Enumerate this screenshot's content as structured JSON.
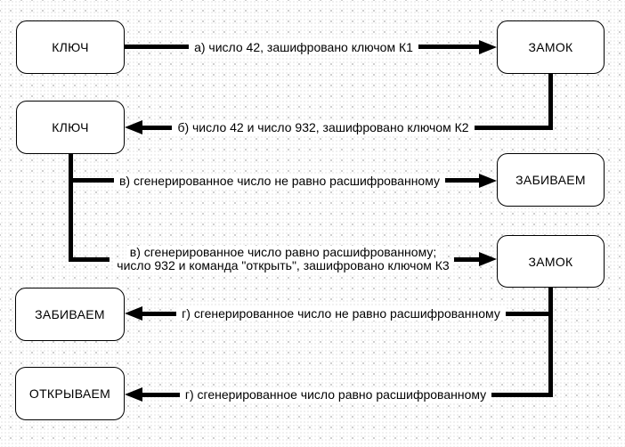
{
  "diagram": {
    "colors": {
      "line": "#000000",
      "node_fill": "#ffffff",
      "node_border": "#000000",
      "grid_dot": "#cccccc",
      "background": "#ffffff"
    },
    "nodes": {
      "kluch1": {
        "label": "КЛЮЧ"
      },
      "zamok1": {
        "label": "ЗАМОК"
      },
      "kluch2": {
        "label": "КЛЮЧ"
      },
      "zabivaem_right": {
        "label": "ЗАБИВАЕМ"
      },
      "zamok2": {
        "label": "ЗАМОК"
      },
      "zabivaem_left": {
        "label": "ЗАБИВАЕМ"
      },
      "otkryvaem": {
        "label": "ОТКРЫВАЕМ"
      }
    },
    "edges": {
      "a": {
        "label": "а) число 42, зашифровано ключом К1",
        "from": "КЛЮЧ",
        "to": "ЗАМОК",
        "direction": "right"
      },
      "b": {
        "label": "б) число 42 и число 932, зашифровано ключом К2",
        "from": "ЗАМОК",
        "to": "КЛЮЧ",
        "direction": "left"
      },
      "v_ne": {
        "label": "в) сгенерированное число не равно расшифрованному",
        "from": "КЛЮЧ",
        "to": "ЗАБИВАЕМ",
        "direction": "right"
      },
      "v_eq": {
        "label_line1": "в) сгенерированное число равно расшифрованному;",
        "label_line2": "число 932 и команда \"открыть\", зашифровано ключом К3",
        "from": "КЛЮЧ",
        "to": "ЗАМОК",
        "direction": "right"
      },
      "g_ne": {
        "label": "г) сгенерированное число не равно расшифрованному",
        "from": "ЗАМОК",
        "to": "ЗАБИВАЕМ",
        "direction": "left"
      },
      "g_eq": {
        "label": "г) сгенерированное число равно расшифрованному",
        "from": "ЗАМОК",
        "to": "ОТКРЫВАЕМ",
        "direction": "left"
      }
    }
  }
}
